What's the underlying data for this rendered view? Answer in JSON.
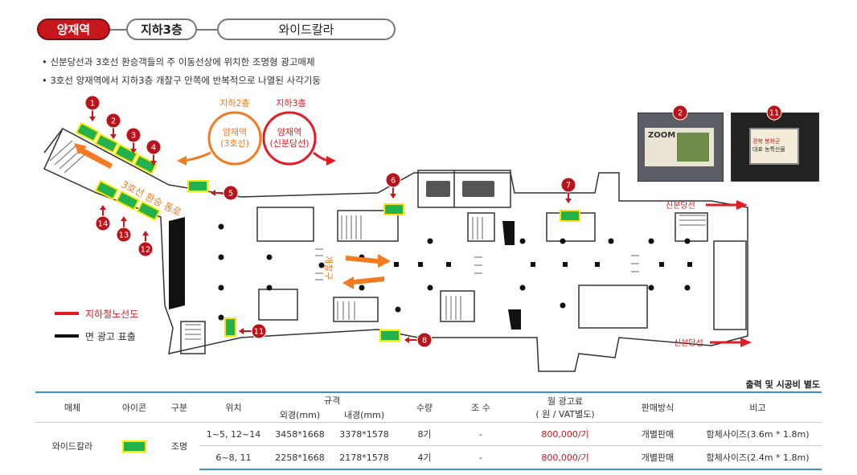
{
  "breadcrumb": {
    "station": "양재역",
    "floor": "지하3층",
    "product": "와이드칼라"
  },
  "bullets": [
    "• 신분당선과 3호선 환승객들의 주 이동선상에 위치한 조명형 광고매체",
    "• 3호선 양재역에서 지하3층 개찰구 안쪽에 반복적으로 나열된 사각기둥"
  ],
  "map": {
    "floor_b2": "지하2층",
    "floor_b3": "지하3층",
    "circle_left": [
      "양재역",
      "(3호선)"
    ],
    "circle_right": [
      "양재역",
      "(신분당선)"
    ],
    "transfer_path": "3호선 환승 통로",
    "gate": "개찰구",
    "sinbundang_top": "신분당선",
    "sinbundang_bottom": "신분당선",
    "pins": [
      "1",
      "2",
      "3",
      "4",
      "5",
      "6",
      "7",
      "8",
      "11",
      "12",
      "13",
      "14"
    ],
    "photo_pins": [
      "2",
      "11"
    ],
    "photo_left_text": "ZOOM",
    "photo_right_text": [
      "경북 봉화군",
      "대표 농특산물"
    ]
  },
  "legend": {
    "line_red": "지하철노선도",
    "line_black": "면 광고 표출"
  },
  "note": "출력 및 시공비 별도",
  "table": {
    "headers": {
      "media": "매체",
      "icon": "아이콘",
      "type": "구분",
      "location": "위치",
      "spec": "규격",
      "outer": "외경(mm)",
      "inner": "내경(mm)",
      "qty": "수량",
      "cho": "조 수",
      "price": [
        "월 광고료",
        "( 원 / VAT별도)"
      ],
      "sale": "판매방식",
      "remark": "비고"
    },
    "media": "와이드칼라",
    "type": "조명",
    "rows": [
      {
        "location": "1~5, 12~14",
        "outer": "3458*1668",
        "inner": "3378*1578",
        "qty": "8기",
        "cho": "-",
        "price": "800,000/기",
        "sale": "개별판매",
        "remark": "함체사이즈(3.6m * 1.8m)"
      },
      {
        "location": "6~8, 11",
        "outer": "2258*1668",
        "inner": "2178*1578",
        "qty": "4기",
        "cho": "-",
        "price": "800,000/기",
        "sale": "개별판매",
        "remark": "함체사이즈(2.4m * 1.8m)"
      }
    ]
  },
  "colors": {
    "accent_red": "#c8161d",
    "orange": "#f47a20",
    "ad_green": "#22b14c",
    "ad_border": "#ffe600",
    "table_rule": "#3a8fd0"
  }
}
